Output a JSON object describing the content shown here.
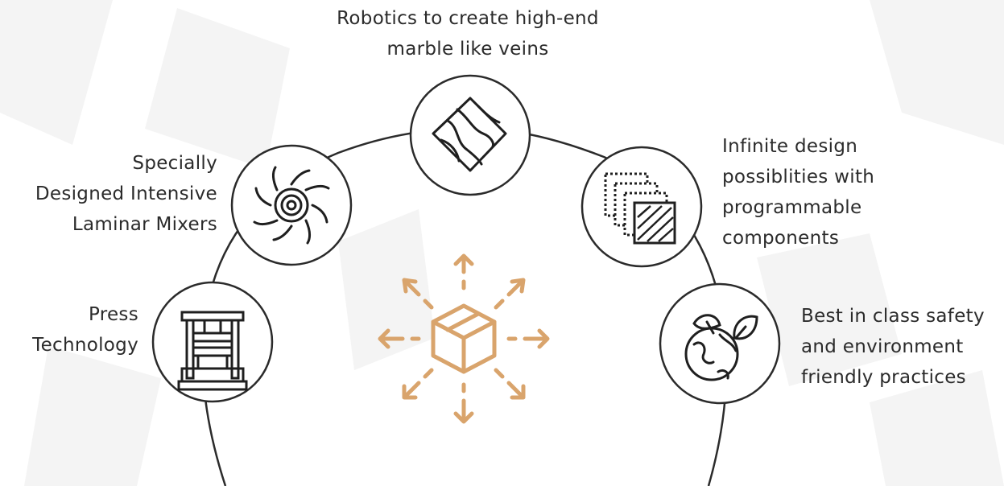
{
  "colors": {
    "accent": "#d9a46c",
    "line": "#2b2b2b",
    "text": "#2b2b2b",
    "background": "#ffffff"
  },
  "features": [
    {
      "id": "robotics",
      "icon": "marble-vein-tile-icon",
      "lines": [
        "Robotics to create high-end",
        "marble like veins"
      ]
    },
    {
      "id": "mixers",
      "icon": "laminar-mixer-icon",
      "lines": [
        "Specially",
        "Designed Intensive",
        "Laminar Mixers"
      ]
    },
    {
      "id": "design",
      "icon": "layered-tiles-icon",
      "lines": [
        "Infinite design",
        "possiblities with",
        "programmable",
        "components"
      ]
    },
    {
      "id": "press",
      "icon": "hydraulic-press-icon",
      "lines": [
        "Press",
        "Technology"
      ]
    },
    {
      "id": "safety",
      "icon": "eco-globe-icon",
      "lines": [
        "Best in class safety",
        "and environment",
        "friendly practices"
      ]
    }
  ],
  "center": {
    "icon": "box-distribution-arrows-icon"
  }
}
